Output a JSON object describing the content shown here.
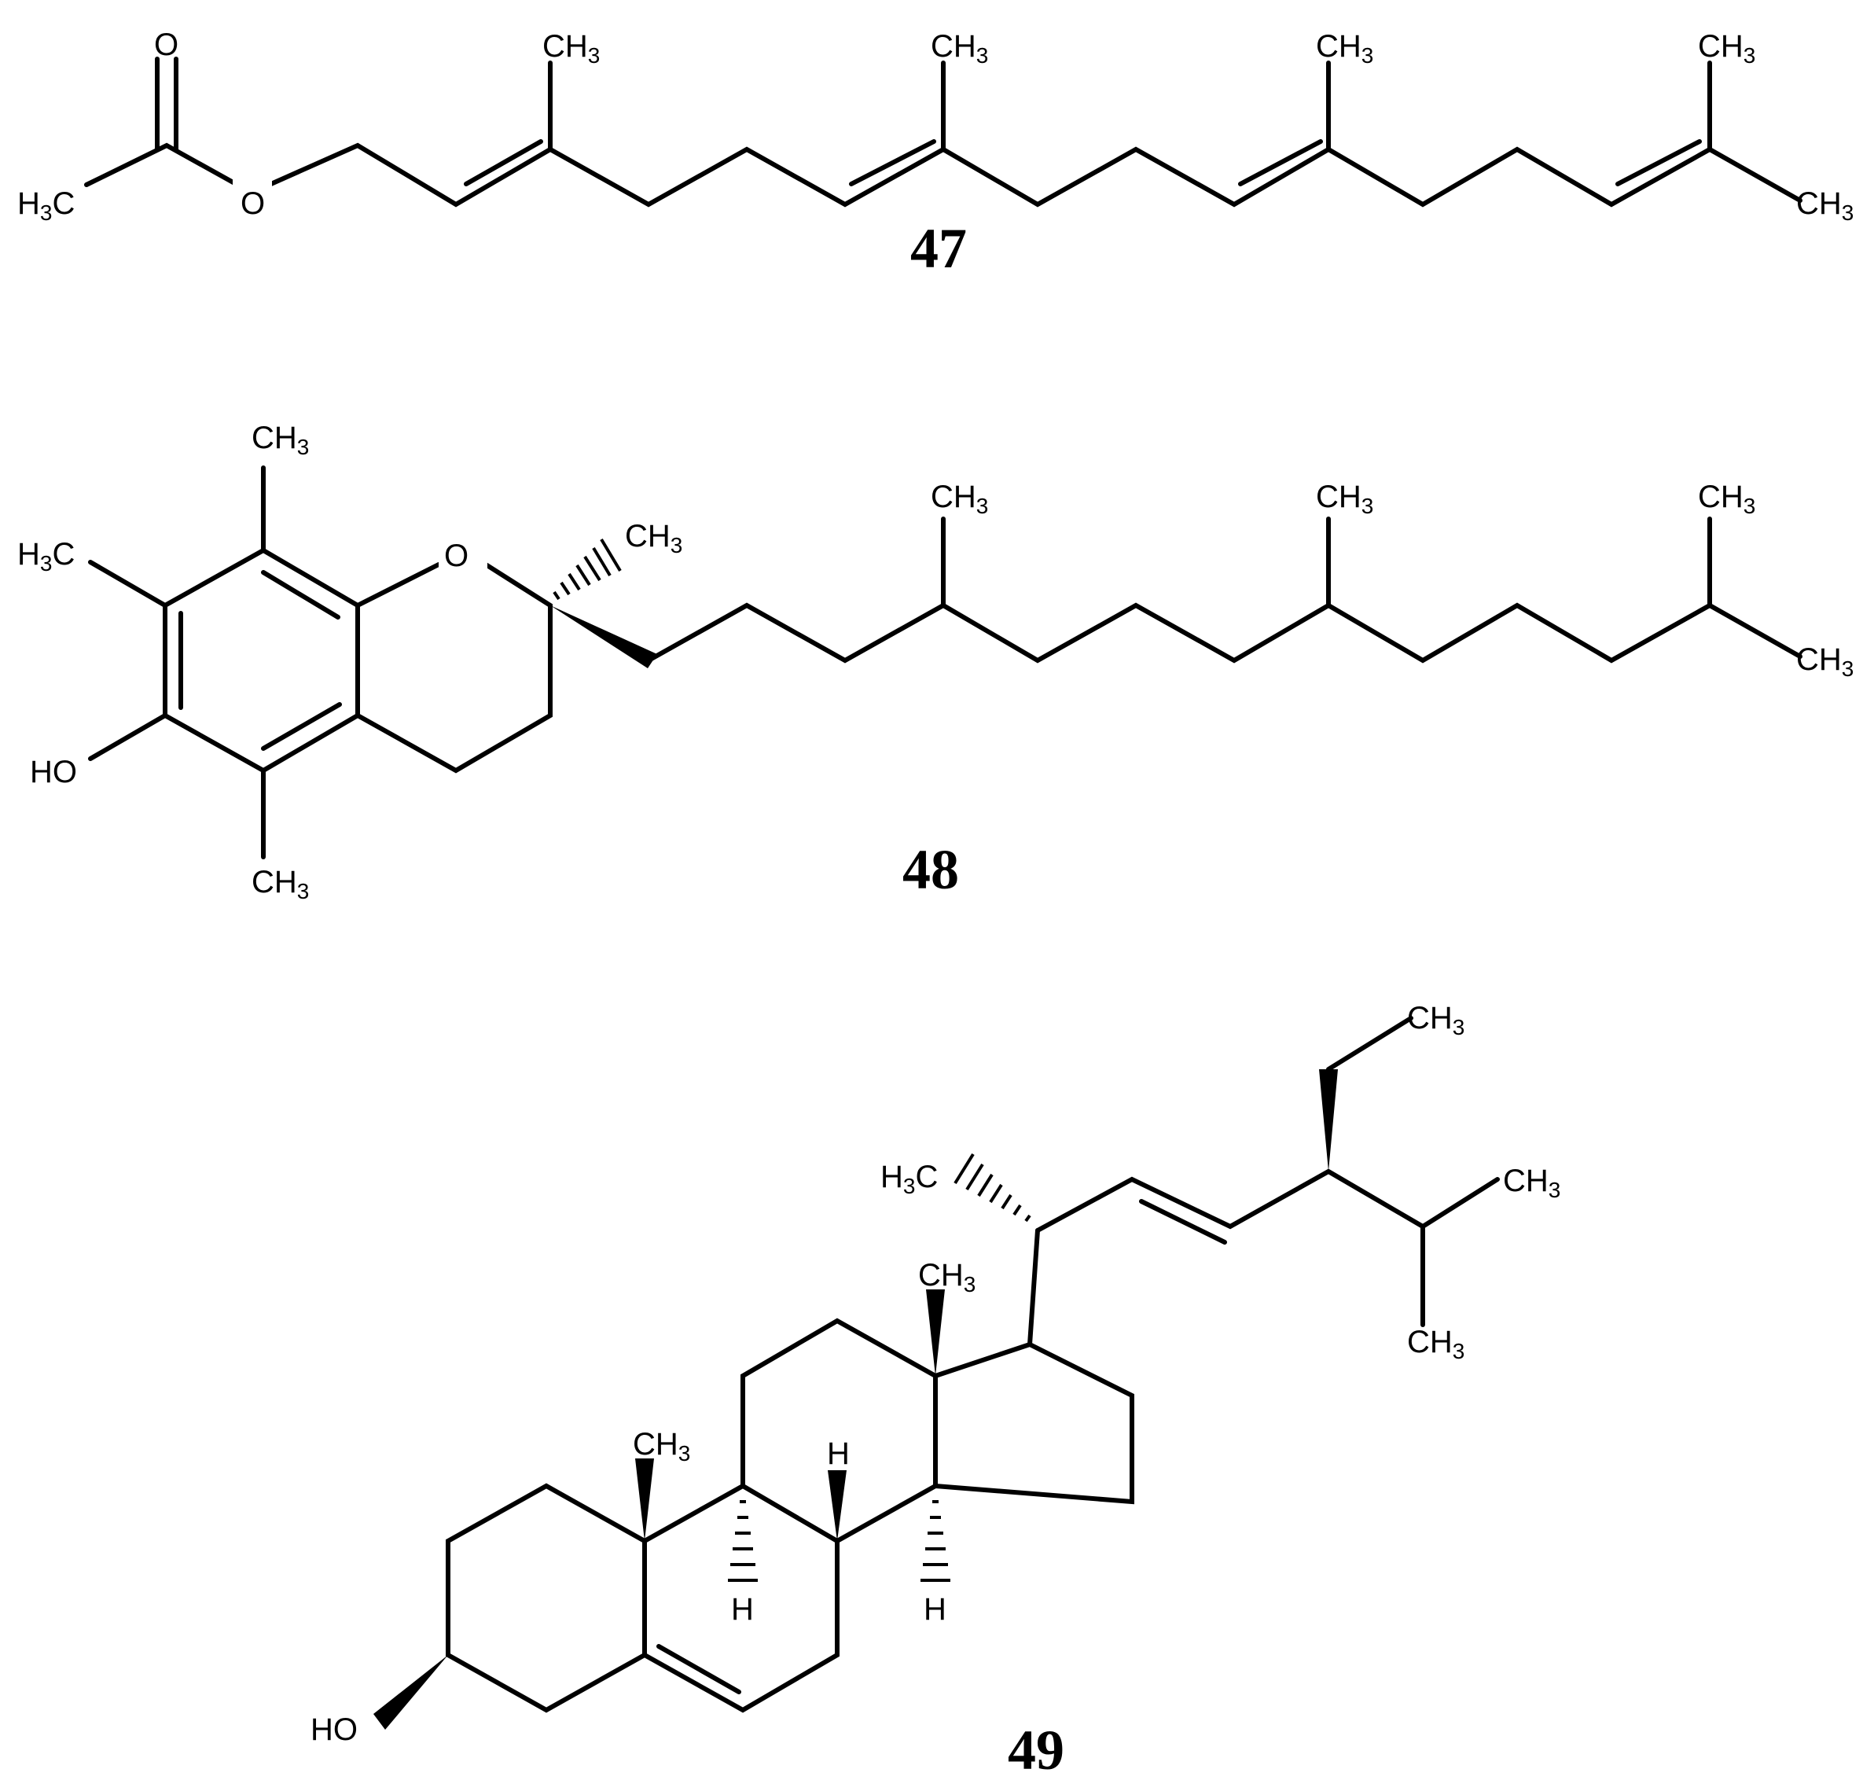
{
  "figure": {
    "background": "#ffffff",
    "ink": "#000000",
    "compounds": [
      {
        "id": "c47",
        "label": "47"
      },
      {
        "id": "c48",
        "label": "48"
      },
      {
        "id": "c49",
        "label": "49"
      }
    ]
  },
  "atoms": {
    "o": "O",
    "ho": "HO",
    "h": "H",
    "ch": "CH",
    "hc_h": "H",
    "hc_c": "C",
    "sub3": "3"
  }
}
